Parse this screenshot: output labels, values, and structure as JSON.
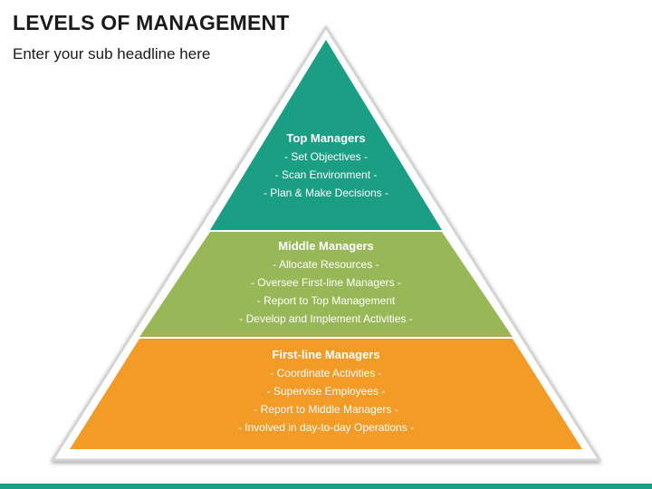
{
  "header": {
    "title": "LEVELS OF MANAGEMENT",
    "subtitle": "Enter your sub headline here"
  },
  "pyramid": {
    "tiers": [
      {
        "name": "Top Managers",
        "color": "#1a9e84",
        "items": [
          "- Set Objectives -",
          "- Scan Environment -",
          "- Plan & Make Decisions -"
        ]
      },
      {
        "name": "Middle Managers",
        "color": "#98b858",
        "items": [
          "- Allocate Resources -",
          "- Oversee First-line Managers -",
          "- Report to Top Management",
          "- Develop and Implement Activities -"
        ]
      },
      {
        "name": "First-line Managers",
        "color": "#f29b26",
        "items": [
          "- Coordinate Activities -",
          "- Supervise Employees -",
          "- Report to Middle Managers -",
          "- Involved in day-to-day Operations -"
        ]
      }
    ]
  },
  "colors": {
    "accent_bar": "#1a9e84",
    "outline": "#d4d4d4"
  }
}
